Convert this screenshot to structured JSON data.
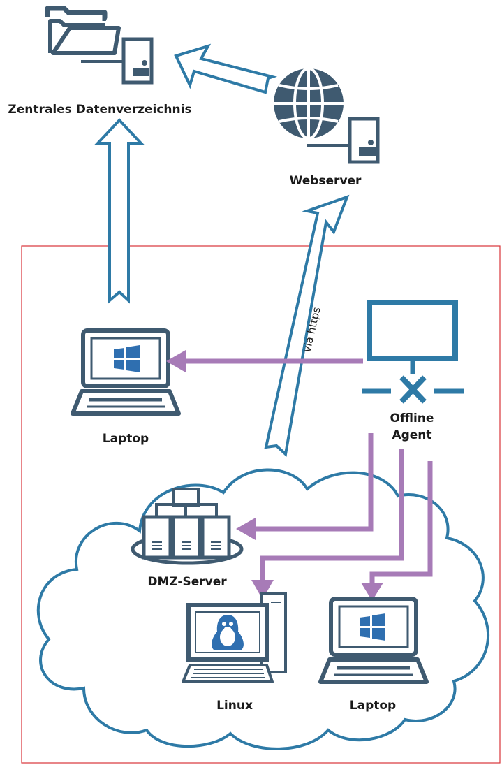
{
  "labels": {
    "central_directory": "Zentrales Datenverzeichnis",
    "webserver": "Webserver",
    "via_https": "via https",
    "laptop_top": "Laptop",
    "offline_agent_line1": "Offline",
    "offline_agent_line2": "Agent",
    "dmz_server": "DMZ-Server",
    "linux": "Linux",
    "laptop_bottom": "Laptop"
  },
  "colors": {
    "icon": "#3f5a70",
    "hollow_arrow": "#2e7aa6",
    "agent_arrow": "#a77bb7",
    "zone_border": "#d9343a",
    "cloud": "#2e7aa6",
    "windows_logo": "#2f6fb0"
  },
  "icons": {
    "folder": "folder-icon",
    "server": "server-tower-icon",
    "globe": "globe-icon",
    "laptop": "laptop-icon",
    "windows": "windows-logo-icon",
    "monitor_agent": "network-monitor-icon",
    "server_cluster": "server-cluster-icon",
    "desktop": "desktop-computer-icon",
    "tux": "linux-tux-icon",
    "cloud": "cloud-shape"
  }
}
